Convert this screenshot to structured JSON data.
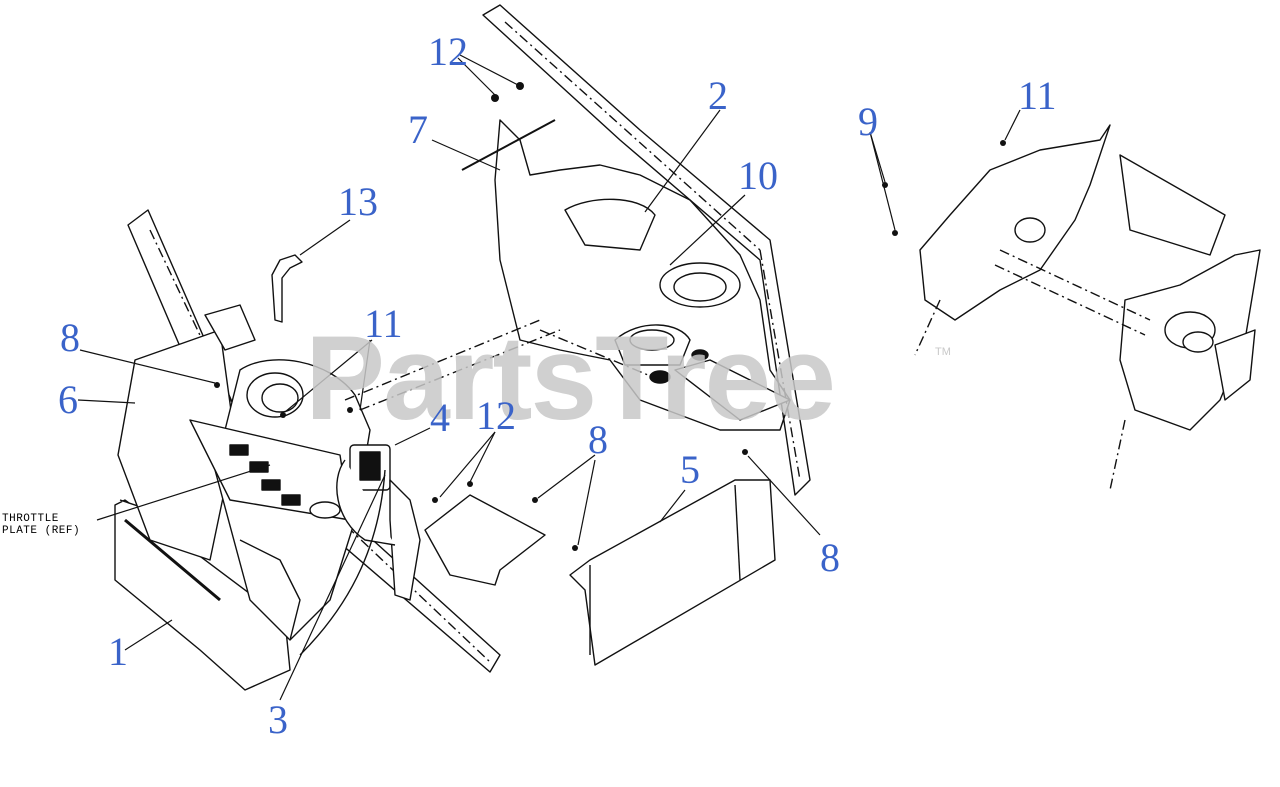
{
  "watermark": {
    "text": "PartsTree",
    "tm": "TM"
  },
  "callout_color": "#3a63c9",
  "line_color": "#111111",
  "callouts": {
    "c1": "1",
    "c2": "2",
    "c3": "3",
    "c4": "4",
    "c5": "5",
    "c6": "6",
    "c7": "7",
    "c8a": "8",
    "c8b": "8",
    "c8c": "8",
    "c9": "9",
    "c10": "10",
    "c11a": "11",
    "c11b": "11",
    "c12a": "12",
    "c12b": "12",
    "c13": "13"
  },
  "reference": {
    "line1": "THROTTLE",
    "line2": "PLATE (REF)"
  }
}
